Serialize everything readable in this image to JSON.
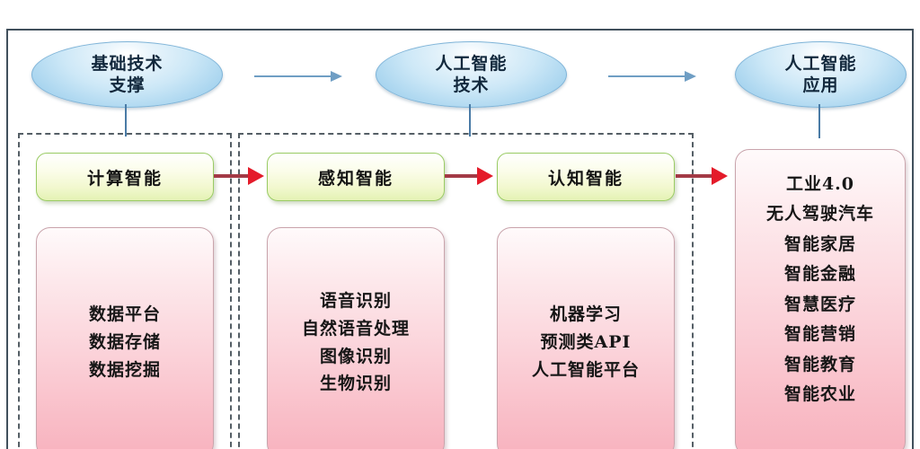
{
  "diagram": {
    "title_row": {
      "foundation": {
        "line1": "基础技术",
        "line2": "支撑"
      },
      "technology": {
        "line1": "人工智能",
        "line2": "技术"
      },
      "application": {
        "line1": "人工智能",
        "line2": "应用"
      }
    },
    "capability_boxes": {
      "computing": "计算智能",
      "perception": "感知智能",
      "cognition": "认知智能"
    },
    "detail_boxes": {
      "computing": [
        "数据平台",
        "数据存储",
        "数据挖掘"
      ],
      "perception": [
        "语音识别",
        "自然语音处理",
        "图像识别",
        "生物识别"
      ],
      "cognition": [
        "机器学习",
        "预测类API",
        "人工智能平台"
      ],
      "application": [
        "工业4.0",
        "无人驾驶汽车",
        "智能家居",
        "智能金融",
        "智慧医疗",
        "智能营销",
        "智能教育",
        "智能农业"
      ]
    },
    "colors": {
      "ellipse_fill": "#cde8f7",
      "ellipse_border": "#7fb4d8",
      "green_box_fill": "#f2f8cf",
      "green_box_border": "#9acb64",
      "pink_box_fill": "#fbd2d9",
      "pink_box_border": "#c9a4ac",
      "red_arrow": "#e41b2a",
      "blue_arrow": "#6f9ec4",
      "frame_border": "#41505c",
      "dashed_border": "#555f66"
    },
    "connectors": {
      "blue_arrow_1": "arrow-foundation-to-technology",
      "blue_arrow_2": "arrow-technology-to-application",
      "red_arrow_1": "arrow-computing-to-perception",
      "red_arrow_2": "arrow-perception-to-cognition",
      "red_arrow_3": "arrow-cognition-to-application"
    }
  }
}
